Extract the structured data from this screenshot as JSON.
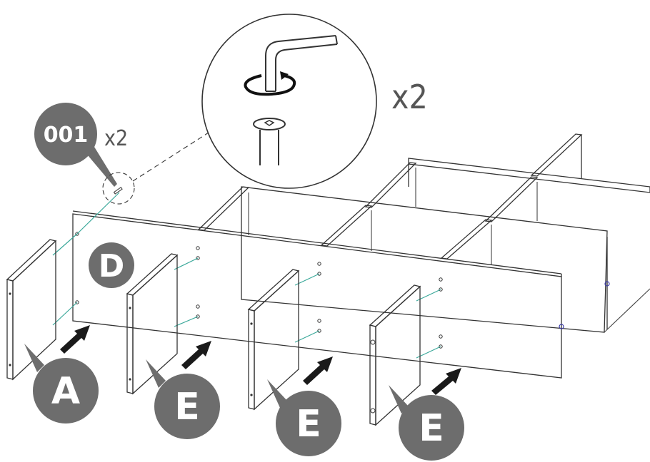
{
  "part_label": "001",
  "part_quantity": "x2",
  "detail_quantity": "x2",
  "panel_labels": {
    "d": "D",
    "a": "A",
    "e1": "E",
    "e2": "E",
    "e3": "E"
  },
  "colors": {
    "badge": "#6d6d6d",
    "panel_fill": "#e6e6e6",
    "dowel_line": "#3aa89a",
    "arrow": "#1a1a1a"
  }
}
